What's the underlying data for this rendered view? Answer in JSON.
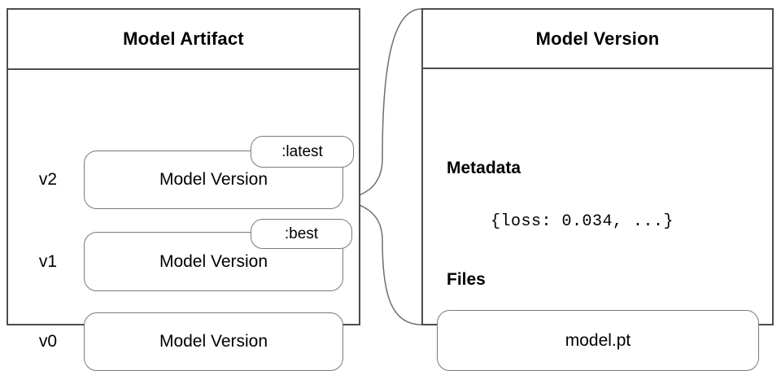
{
  "diagram": {
    "artifact_panel": {
      "title": "Model Artifact",
      "rows": [
        {
          "version_label": "v2",
          "box_label": "Model Version",
          "tag": ":latest"
        },
        {
          "version_label": "v1",
          "box_label": "Model Version",
          "tag": ":best"
        },
        {
          "version_label": "v0",
          "box_label": "Model Version"
        }
      ]
    },
    "version_panel": {
      "title": "Model Version",
      "metadata_heading": "Metadata",
      "metadata_value": "{loss: 0.034, ...}",
      "files_heading": "Files",
      "file_name": "model.pt"
    },
    "colors": {
      "background": "#ffffff",
      "panel_border": "#4d4d4d",
      "box_border": "#7a7a7a",
      "connector": "#6e6e6e",
      "text": "#000000"
    }
  }
}
